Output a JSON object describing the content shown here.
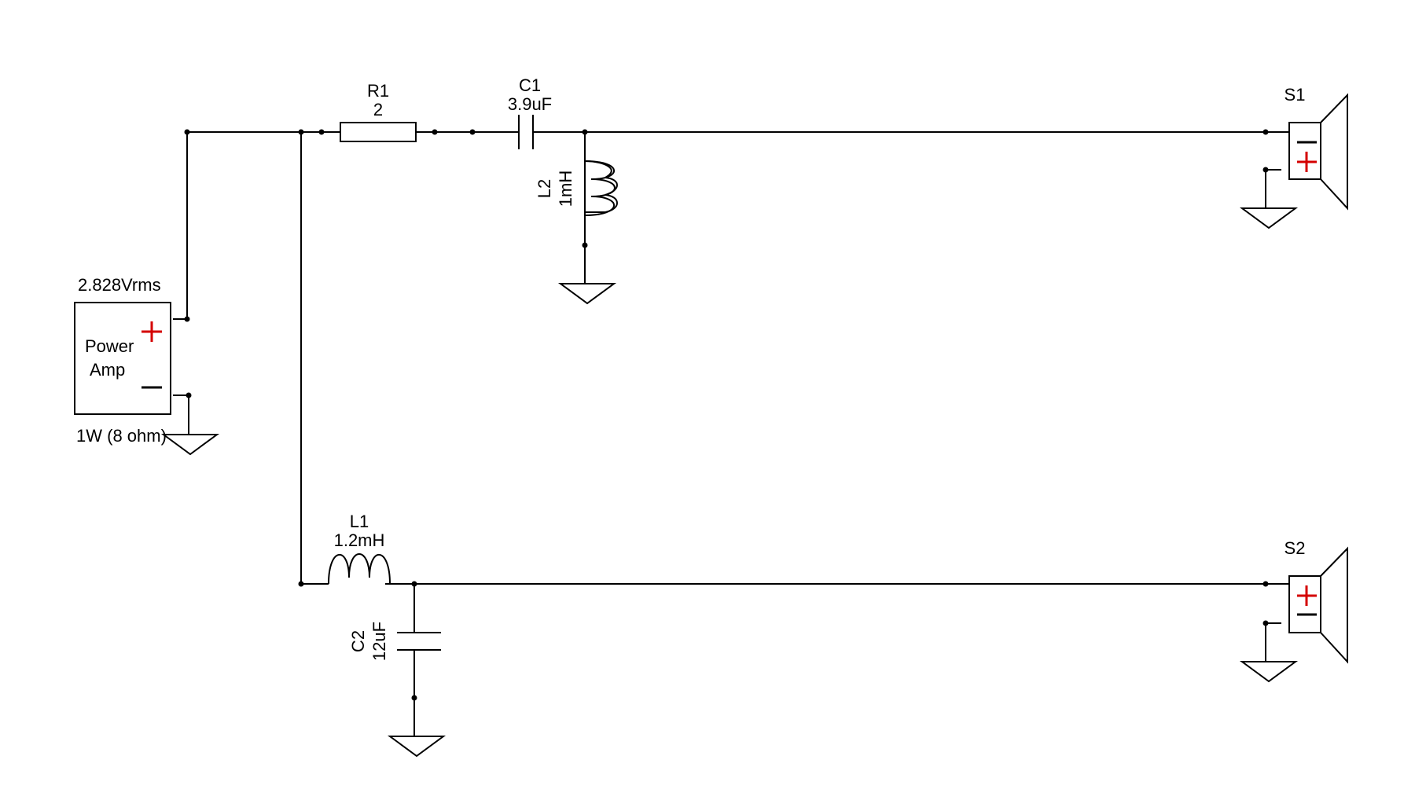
{
  "amp": {
    "voltage_label": "2.828Vrms",
    "name_line1": "Power",
    "name_line2": "Amp",
    "power_label": "1W (8 ohm)",
    "plus_sign": "+",
    "minus_sign": "−"
  },
  "components": {
    "R1": {
      "ref": "R1",
      "value": "2"
    },
    "C1": {
      "ref": "C1",
      "value": "3.9uF"
    },
    "L2": {
      "ref": "L2",
      "value": "1mH"
    },
    "L1": {
      "ref": "L1",
      "value": "1.2mH"
    },
    "C2": {
      "ref": "C2",
      "value": "12uF"
    },
    "S1": {
      "ref": "S1"
    },
    "S2": {
      "ref": "S2"
    }
  },
  "colors": {
    "wire": "#000000",
    "positive_terminal": "#d40000",
    "background": "#ffffff"
  }
}
